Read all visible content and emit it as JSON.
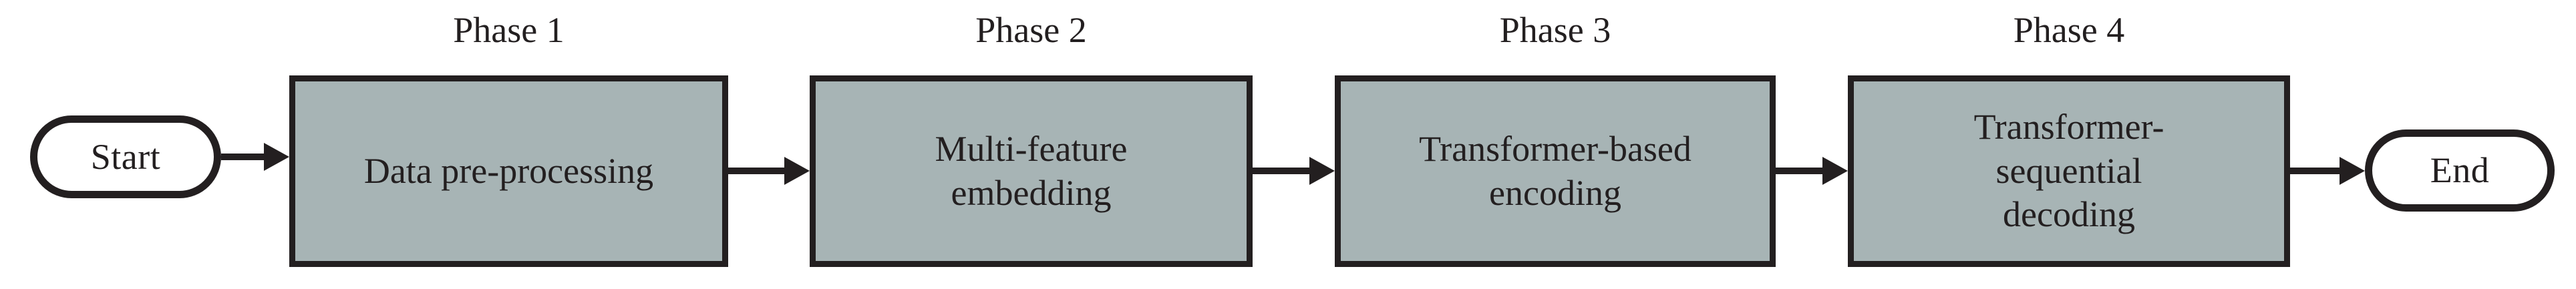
{
  "diagram": {
    "title": "Four-phase model pipeline flowchart",
    "orientation": "left-to-right",
    "colors": {
      "box_fill": "#a7b4b5",
      "stroke": "#231f20",
      "text": "#231f20",
      "background": "#ffffff"
    }
  },
  "nodes": {
    "start": {
      "label": "Start",
      "shape": "rounded-terminator"
    },
    "end": {
      "label": "End",
      "shape": "rounded-terminator"
    },
    "phases": [
      {
        "caption": "Phase 1",
        "label": "Data pre-processing",
        "shape": "rectangle"
      },
      {
        "caption": "Phase 2",
        "label": "Multi-feature\nembedding",
        "shape": "rectangle"
      },
      {
        "caption": "Phase 3",
        "label": "Transformer-based\nencoding",
        "shape": "rectangle"
      },
      {
        "caption": "Phase 4",
        "label": "Transformer-\nsequential\ndecoding",
        "shape": "rectangle"
      }
    ]
  },
  "edges": [
    {
      "from": "Start",
      "to": "Phase 1",
      "style": "solid-arrow"
    },
    {
      "from": "Phase 1",
      "to": "Phase 2",
      "style": "solid-arrow"
    },
    {
      "from": "Phase 2",
      "to": "Phase 3",
      "style": "solid-arrow"
    },
    {
      "from": "Phase 3",
      "to": "Phase 4",
      "style": "solid-arrow"
    },
    {
      "from": "Phase 4",
      "to": "End",
      "style": "solid-arrow"
    }
  ]
}
